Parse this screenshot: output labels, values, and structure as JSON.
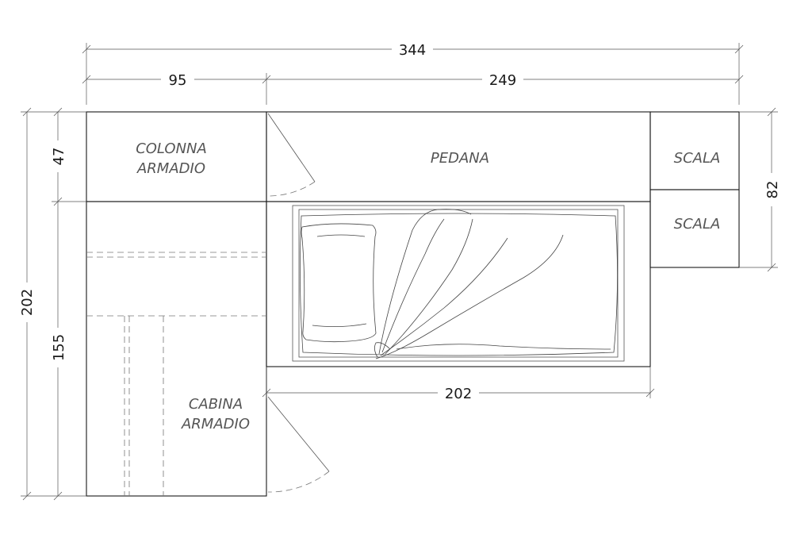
{
  "labels": {
    "colonna_line1": "COLONNA",
    "colonna_line2": "ARMADIO",
    "pedana": "PEDANA",
    "scala_top": "SCALA",
    "scala_bottom": "SCALA",
    "cabina_line1": "CABINA",
    "cabina_line2": "ARMADIO"
  },
  "dimensions": {
    "total_width": "344",
    "left_width": "95",
    "right_width": "249",
    "bed_length": "202",
    "total_height": "202",
    "top_height": "47",
    "lower_height": "155",
    "scala_height": "82"
  },
  "colors": {
    "line": "#1a1a1a",
    "label": "#555555",
    "background": "#ffffff"
  }
}
